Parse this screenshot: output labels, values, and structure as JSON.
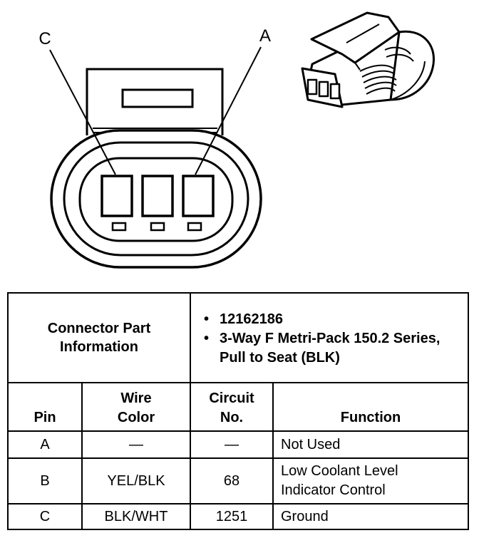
{
  "diagram": {
    "label_c": "C",
    "label_a": "A"
  },
  "table": {
    "header_label": [
      "Connector Part",
      "Information"
    ],
    "part_info": [
      "12162186",
      "3-Way F Metri-Pack 150.2 Series, Pull to Seat (BLK)"
    ],
    "columns": {
      "pin": "Pin",
      "wire_color": [
        "Wire",
        "Color"
      ],
      "circuit": [
        "Circuit",
        "No."
      ],
      "function": "Function"
    },
    "rows": [
      {
        "pin": "A",
        "wire_color": "—",
        "circuit": "—",
        "function": [
          "Not Used"
        ]
      },
      {
        "pin": "B",
        "wire_color": "YEL/BLK",
        "circuit": "68",
        "function": [
          "Low Coolant Level",
          "Indicator Control"
        ]
      },
      {
        "pin": "C",
        "wire_color": "BLK/WHT",
        "circuit": "1251",
        "function": [
          "Ground"
        ]
      }
    ]
  }
}
